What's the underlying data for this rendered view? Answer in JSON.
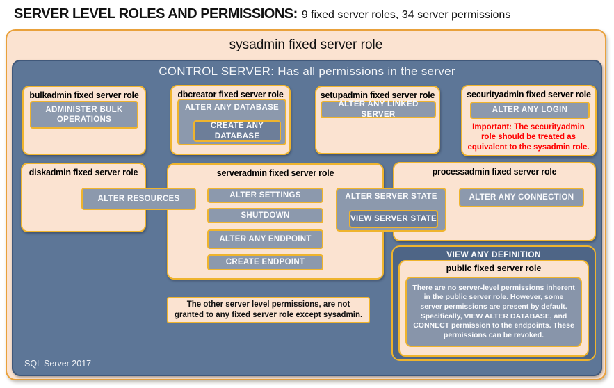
{
  "page": {
    "title_bold": "SERVER LEVEL ROLES AND PERMISSIONS:",
    "title_rest": "9 fixed server roles, 34 server permissions",
    "footer": "SQL Server 2017"
  },
  "colors": {
    "peach_fill": "#FBE3D1",
    "outer_orange_border": "#E9A13B",
    "inner_yellow_border": "#EFB42D",
    "control_server_blue": "#5D7697",
    "permission_gray_blue": "#8C99AD",
    "nested_permission_gray_blue": "#6D7E99",
    "view_any_definition_blue": "#4E6586",
    "important_note_red": "#FF0000"
  },
  "sysadmin": {
    "label": "sysadmin fixed server role"
  },
  "control_server": {
    "label": "CONTROL SERVER: Has all permissions in the server"
  },
  "roles": {
    "bulkadmin": {
      "title": "bulkadmin fixed server role",
      "permissions": [
        "ADMINISTER  BULK OPERATIONS"
      ]
    },
    "dbcreator": {
      "title": "dbcreator fixed server role",
      "outer_permission": "ALTER ANY DATABASE",
      "inner_permission": "CREATE  ANY DATABASE"
    },
    "setupadmin": {
      "title": "setupadmin fixed server role",
      "permissions": [
        "ALTER ANY LINKED SERVER"
      ]
    },
    "securityadmin": {
      "title": "securityadmin fixed server role",
      "permissions": [
        "ALTER ANY LOGIN"
      ],
      "note": "Important:  The securityadmin role should  be treated as equivalent to  the sysadmin role."
    },
    "diskadmin": {
      "title": "diskadmin fixed server role",
      "permissions": [
        "ALTER RESOURCES"
      ]
    },
    "serveradmin": {
      "title": "serveradmin fixed server role",
      "permissions": [
        "ALTER SETTINGS",
        "SHUTDOWN",
        "ALTER ANY ENDPOINT",
        "CREATE ENDPOINT"
      ],
      "outer_permission": "ALTER SERVER STATE",
      "inner_permission": "VIEW SERVER STATE"
    },
    "processadmin": {
      "title": "processadmin fixed server role",
      "permissions": [
        "ALTER ANY CONNECTION"
      ]
    },
    "public": {
      "container_permission": "VIEW ANY DEFINITION",
      "title": "public fixed server role",
      "description": "There are no server-level permissions inherent in the public server role. However, some server permissions are present by default. Specifically, VIEW ALTER DATABASE, and CONNECT permission to the endpoints. These permissions can be revoked."
    }
  },
  "note": {
    "text": "The other server level permissions,  are not granted to any fixed server role except sysadmin."
  }
}
